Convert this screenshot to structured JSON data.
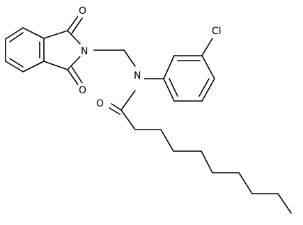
{
  "molecule": {
    "atom_labels": {
      "o_top": "O",
      "n_imide": "N",
      "o_bottom": "O",
      "cl": "Cl",
      "n_amide": "N",
      "o_amide": "O"
    },
    "colors": {
      "bonds": "#000000",
      "labels": "#000000",
      "background": "#ffffff"
    }
  }
}
